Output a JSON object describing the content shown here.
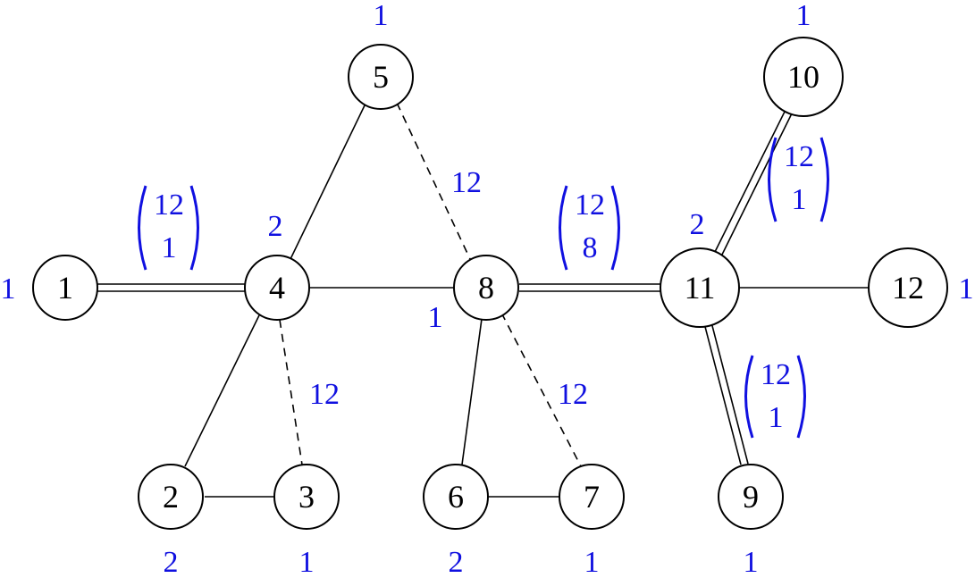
{
  "colors": {
    "annotation": "#1010e0",
    "edge": "#000000"
  },
  "nodes": [
    {
      "id": "1",
      "label": "1",
      "weight": "1"
    },
    {
      "id": "2",
      "label": "2",
      "weight": "2"
    },
    {
      "id": "3",
      "label": "3",
      "weight": "1"
    },
    {
      "id": "4",
      "label": "4",
      "weight": "2"
    },
    {
      "id": "5",
      "label": "5",
      "weight": "1"
    },
    {
      "id": "6",
      "label": "6",
      "weight": "2"
    },
    {
      "id": "7",
      "label": "7",
      "weight": "1"
    },
    {
      "id": "8",
      "label": "8",
      "weight": "1"
    },
    {
      "id": "9",
      "label": "9",
      "weight": "1"
    },
    {
      "id": "10",
      "label": "10",
      "weight": "1"
    },
    {
      "id": "11",
      "label": "11",
      "weight": "2"
    },
    {
      "id": "12",
      "label": "12",
      "weight": "1"
    }
  ],
  "edges": [
    {
      "from": "1",
      "to": "4",
      "style": "double",
      "label_top": "12",
      "label_bottom": "1"
    },
    {
      "from": "4",
      "to": "5",
      "style": "solid"
    },
    {
      "from": "4",
      "to": "8",
      "style": "solid"
    },
    {
      "from": "4",
      "to": "2",
      "style": "solid"
    },
    {
      "from": "4",
      "to": "3",
      "style": "dashed",
      "label": "12"
    },
    {
      "from": "2",
      "to": "3",
      "style": "solid"
    },
    {
      "from": "5",
      "to": "8",
      "style": "dashed",
      "label": "12"
    },
    {
      "from": "8",
      "to": "11",
      "style": "double",
      "label_top": "12",
      "label_bottom": "8"
    },
    {
      "from": "8",
      "to": "6",
      "style": "solid"
    },
    {
      "from": "8",
      "to": "7",
      "style": "dashed",
      "label": "12"
    },
    {
      "from": "6",
      "to": "7",
      "style": "solid"
    },
    {
      "from": "11",
      "to": "10",
      "style": "double",
      "label_top": "12",
      "label_bottom": "1"
    },
    {
      "from": "11",
      "to": "12",
      "style": "solid"
    },
    {
      "from": "11",
      "to": "9",
      "style": "double",
      "label_top": "12",
      "label_bottom": "1"
    }
  ]
}
